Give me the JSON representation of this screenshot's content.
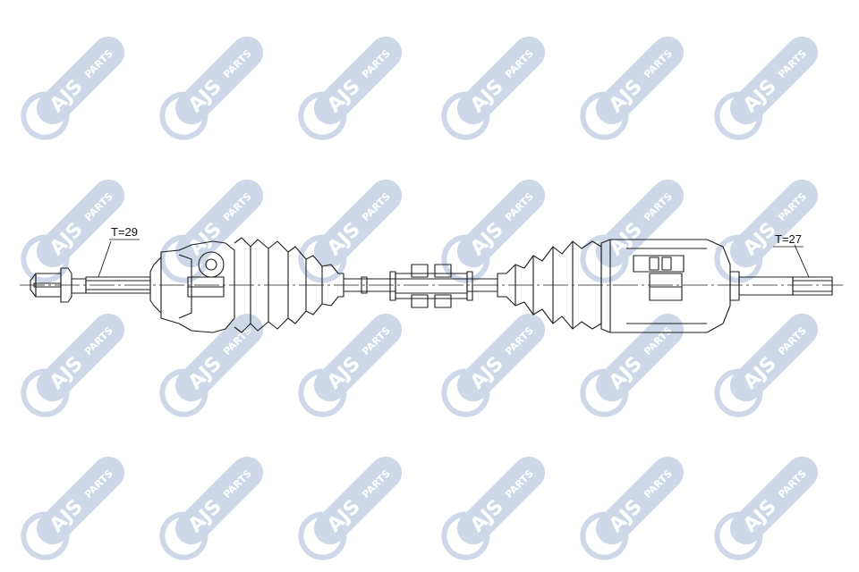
{
  "diagram": {
    "left_spline_label": "T=29",
    "right_spline_label": "T=27"
  },
  "watermark": {
    "brand": "AJS",
    "word": "PARTS",
    "rows": 4,
    "cols": 6,
    "color": "#c9d4e6",
    "text_color": "#ffffff"
  },
  "colors": {
    "line": "#1d1d1d",
    "background": "#ffffff"
  }
}
